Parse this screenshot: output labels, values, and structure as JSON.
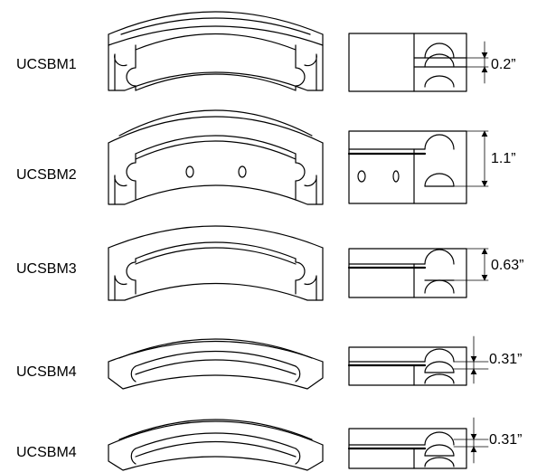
{
  "parts": [
    {
      "name": "UCSBM1",
      "dimension": "0.2”"
    },
    {
      "name": "UCSBM2",
      "dimension": "1.1”"
    },
    {
      "name": "UCSBM3",
      "dimension": "0.63”"
    },
    {
      "name": "UCSBM4",
      "dimension": "0.31”"
    },
    {
      "name": "UCSBM4",
      "dimension": "0.31”"
    }
  ]
}
